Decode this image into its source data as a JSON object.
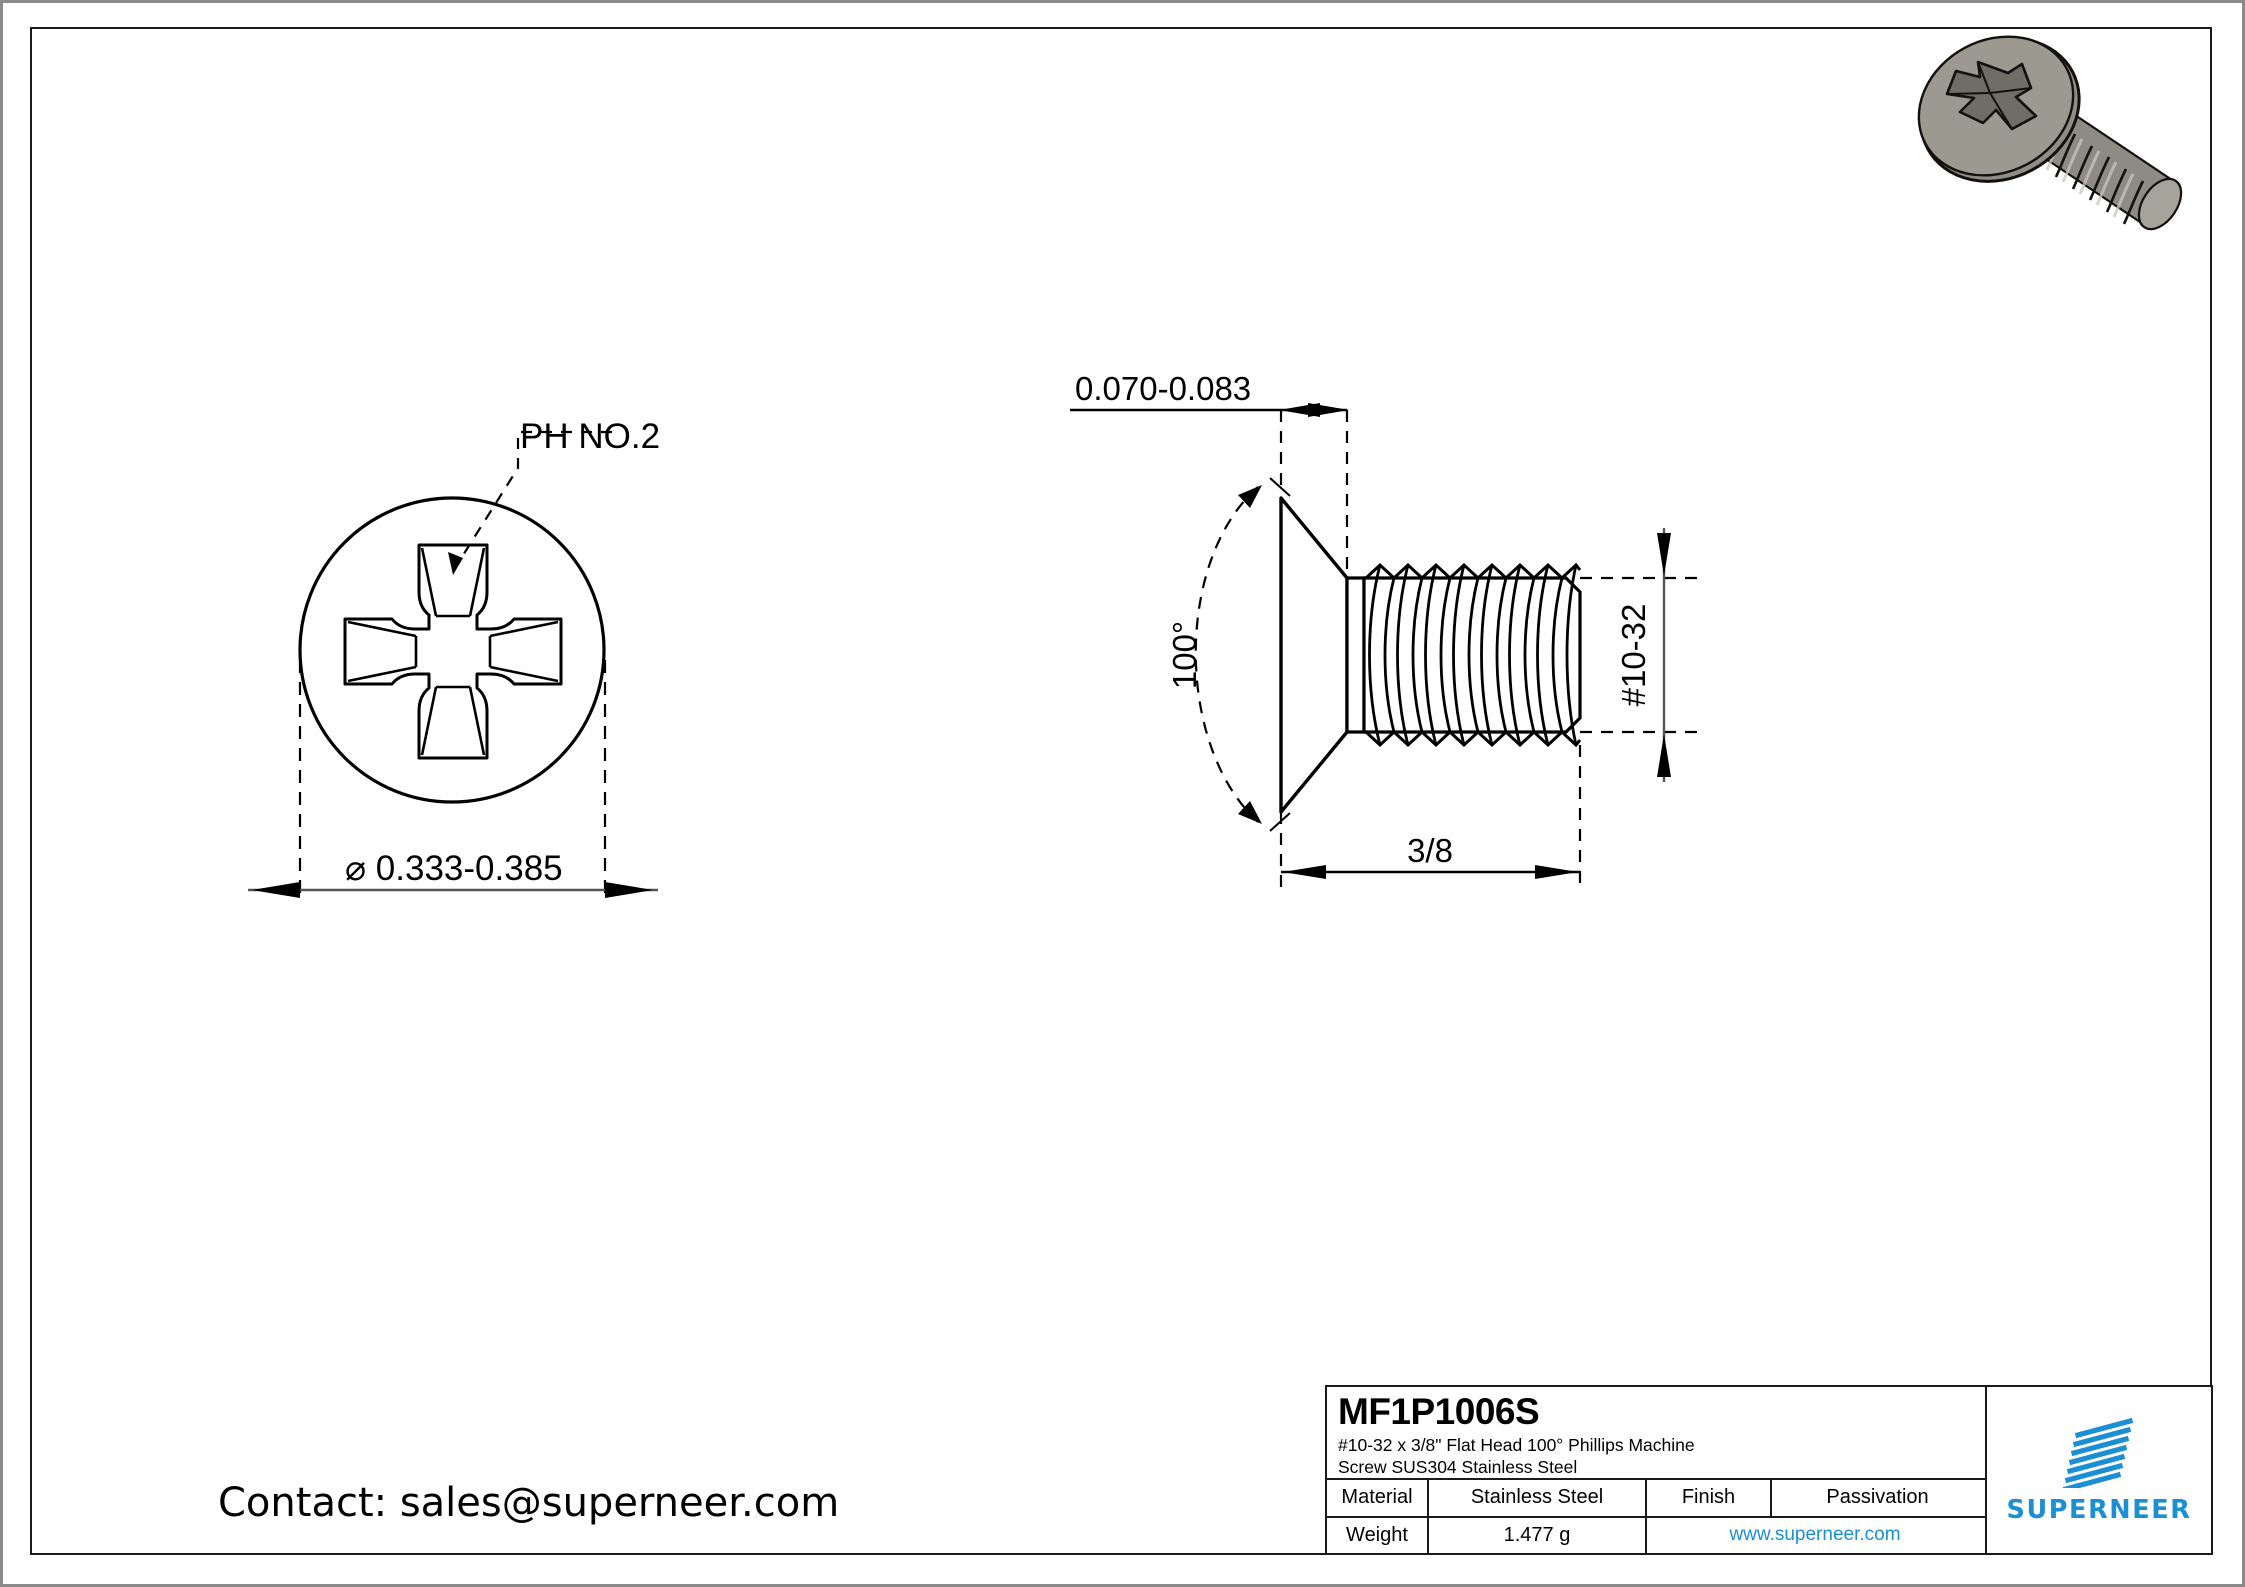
{
  "sheet": {
    "contact_text": "Contact: sales@superneer.com"
  },
  "views": {
    "front_view": {
      "callout_label": "PH NO.2",
      "diameter_dimension": "⌀ 0.333-0.385",
      "recess_icon": "phillips-cross-recess-icon"
    },
    "side_view": {
      "head_height_dimension": "0.070-0.083",
      "countersink_angle": "100°",
      "thread_size_dimension": "#10-32",
      "length_dimension": "3/8"
    },
    "isometric": {
      "icon": "screw-3d-render-icon",
      "head_color": "#8a8880",
      "shank_color": "#9c9a92"
    }
  },
  "title_block": {
    "part_number": "MF1P1006S",
    "description_line1": "#10-32 x 3/8\" Flat Head 100° Phillips Machine",
    "description_line2": "Screw SUS304 Stainless Steel",
    "rows": [
      {
        "label": "Material",
        "value": "Stainless Steel",
        "label2": "Finish",
        "value2": "Passivation"
      },
      {
        "label": "Weight",
        "value": "1.477 g",
        "website": "www.superneer.com"
      }
    ],
    "brand": {
      "name": "SUPERNEER",
      "logo_icon": "superneer-striped-parallelogram-logo",
      "color": "#1b8fd4"
    }
  }
}
